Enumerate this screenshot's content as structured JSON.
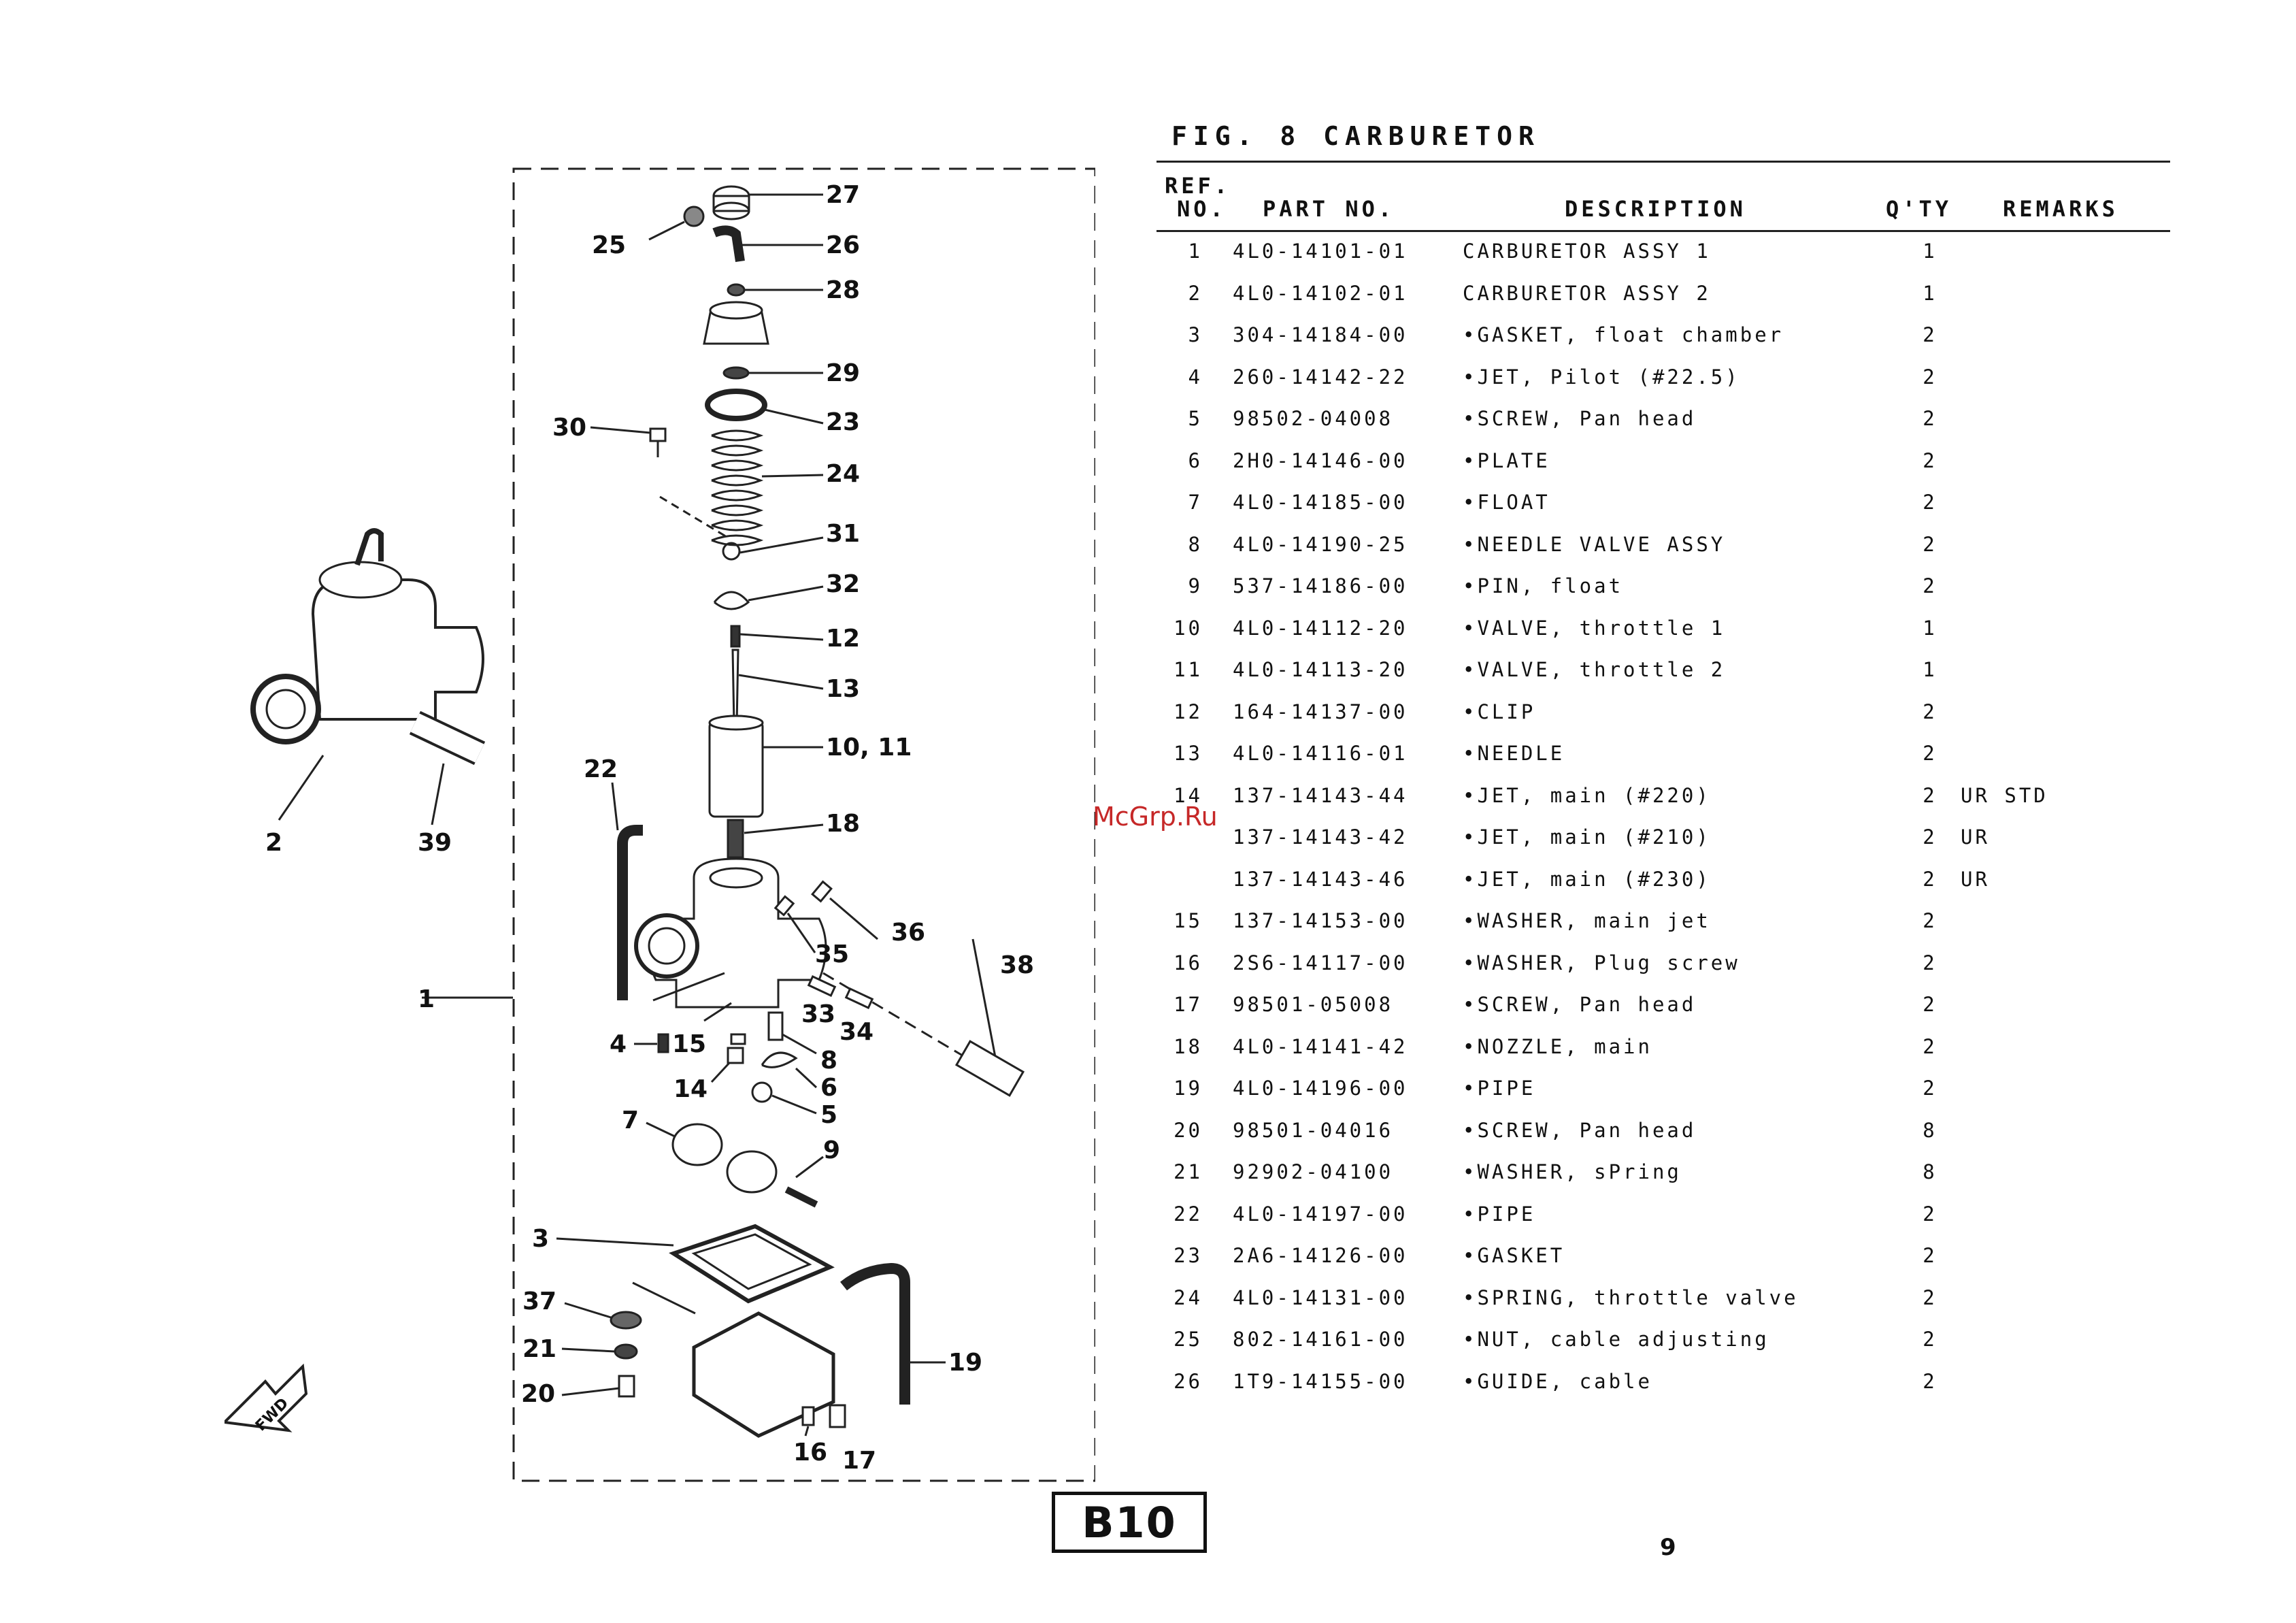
{
  "figure": {
    "title": "FIG. 8 CARBURETOR"
  },
  "table": {
    "headers": {
      "ref_line1": "REF.",
      "ref_line2": "NO.",
      "part_no": "PART NO.",
      "description": "DESCRIPTION",
      "qty": "Q'TY",
      "remarks": "REMARKS"
    },
    "rows": [
      {
        "ref": "1",
        "part": "4L0-14101-01",
        "desc": "CARBURETOR ASSY 1",
        "qty": "1",
        "remarks": ""
      },
      {
        "ref": "2",
        "part": "4L0-14102-01",
        "desc": "CARBURETOR ASSY 2",
        "qty": "1",
        "remarks": ""
      },
      {
        "ref": "3",
        "part": "304-14184-00",
        "desc": "•GASKET, float chamber",
        "qty": "2",
        "remarks": ""
      },
      {
        "ref": "4",
        "part": "260-14142-22",
        "desc": "•JET, Pilot (#22.5)",
        "qty": "2",
        "remarks": ""
      },
      {
        "ref": "5",
        "part": "98502-04008",
        "desc": "•SCREW, Pan head",
        "qty": "2",
        "remarks": ""
      },
      {
        "ref": "6",
        "part": "2H0-14146-00",
        "desc": "•PLATE",
        "qty": "2",
        "remarks": ""
      },
      {
        "ref": "7",
        "part": "4L0-14185-00",
        "desc": "•FLOAT",
        "qty": "2",
        "remarks": ""
      },
      {
        "ref": "8",
        "part": "4L0-14190-25",
        "desc": "•NEEDLE VALVE ASSY",
        "qty": "2",
        "remarks": ""
      },
      {
        "ref": "9",
        "part": "537-14186-00",
        "desc": "•PIN, float",
        "qty": "2",
        "remarks": ""
      },
      {
        "ref": "10",
        "part": "4L0-14112-20",
        "desc": "•VALVE, throttle 1",
        "qty": "1",
        "remarks": ""
      },
      {
        "ref": "11",
        "part": "4L0-14113-20",
        "desc": "•VALVE, throttle 2",
        "qty": "1",
        "remarks": ""
      },
      {
        "ref": "12",
        "part": "164-14137-00",
        "desc": "•CLIP",
        "qty": "2",
        "remarks": ""
      },
      {
        "ref": "13",
        "part": "4L0-14116-01",
        "desc": "•NEEDLE",
        "qty": "2",
        "remarks": ""
      },
      {
        "ref": "14",
        "part": "137-14143-44",
        "desc": "•JET, main (#220)",
        "qty": "2",
        "remarks": "UR STD"
      },
      {
        "ref": "",
        "part": "137-14143-42",
        "desc": "•JET, main (#210)",
        "qty": "2",
        "remarks": "UR"
      },
      {
        "ref": "",
        "part": "137-14143-46",
        "desc": "•JET, main (#230)",
        "qty": "2",
        "remarks": "UR"
      },
      {
        "ref": "15",
        "part": "137-14153-00",
        "desc": "•WASHER, main jet",
        "qty": "2",
        "remarks": ""
      },
      {
        "ref": "16",
        "part": "2S6-14117-00",
        "desc": "•WASHER, Plug screw",
        "qty": "2",
        "remarks": ""
      },
      {
        "ref": "17",
        "part": "98501-05008",
        "desc": "•SCREW, Pan head",
        "qty": "2",
        "remarks": ""
      },
      {
        "ref": "18",
        "part": "4L0-14141-42",
        "desc": "•NOZZLE, main",
        "qty": "2",
        "remarks": ""
      },
      {
        "ref": "19",
        "part": "4L0-14196-00",
        "desc": "•PIPE",
        "qty": "2",
        "remarks": ""
      },
      {
        "ref": "20",
        "part": "98501-04016",
        "desc": "•SCREW, Pan head",
        "qty": "8",
        "remarks": ""
      },
      {
        "ref": "21",
        "part": "92902-04100",
        "desc": "•WASHER, sPring",
        "qty": "8",
        "remarks": ""
      },
      {
        "ref": "22",
        "part": "4L0-14197-00",
        "desc": "•PIPE",
        "qty": "2",
        "remarks": ""
      },
      {
        "ref": "23",
        "part": "2A6-14126-00",
        "desc": "•GASKET",
        "qty": "2",
        "remarks": ""
      },
      {
        "ref": "24",
        "part": "4L0-14131-00",
        "desc": "•SPRING, throttle valve",
        "qty": "2",
        "remarks": ""
      },
      {
        "ref": "25",
        "part": "802-14161-00",
        "desc": "•NUT, cable adjusting",
        "qty": "2",
        "remarks": ""
      },
      {
        "ref": "26",
        "part": "1T9-14155-00",
        "desc": "•GUIDE, cable",
        "qty": "2",
        "remarks": ""
      }
    ]
  },
  "diagram": {
    "callouts": [
      "27",
      "25",
      "26",
      "28",
      "29",
      "23",
      "30",
      "24",
      "31",
      "32",
      "12",
      "13",
      "10, 11",
      "22",
      "18",
      "2",
      "39",
      "36",
      "35",
      "38",
      "1",
      "33",
      "34",
      "4",
      "15",
      "8",
      "14",
      "6",
      "5",
      "7",
      "9",
      "3",
      "37",
      "21",
      "19",
      "20",
      "16",
      "17"
    ],
    "fwd_label": "FWD"
  },
  "watermark": "McGrp.Ru",
  "footer": {
    "page_code": "B10",
    "page_number": "9"
  }
}
